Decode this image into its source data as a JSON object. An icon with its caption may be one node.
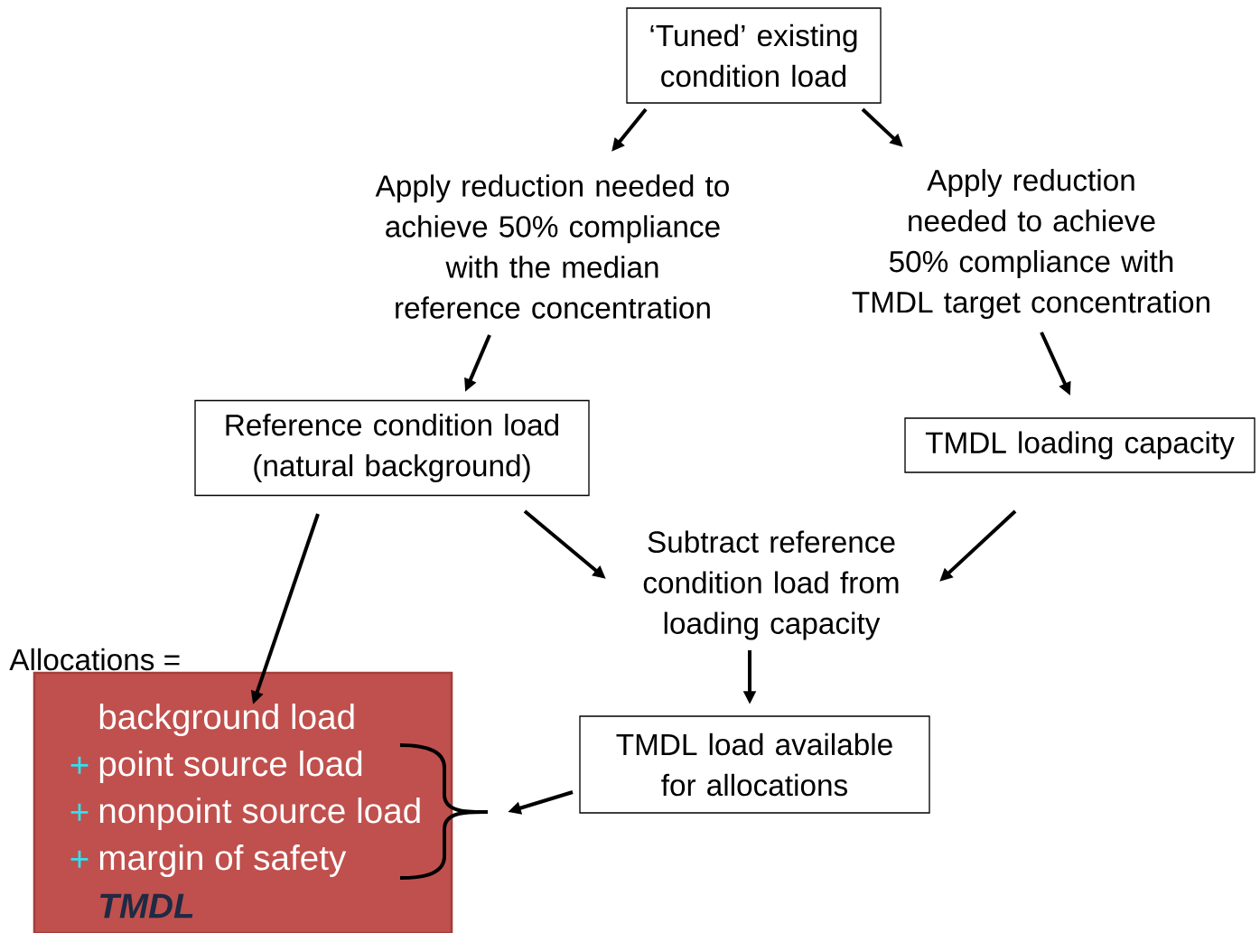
{
  "diagram": {
    "nodes": [
      {
        "text": [
          "‘Tuned’ existing condition load"
        ]
      },
      {
        "text": [
          "Apply reduction needed to achieve 50% compliance with the median reference concentration"
        ]
      },
      {
        "text": [
          "Apply reduction needed to achieve 50% compliance with TMDL target concentration"
        ]
      },
      {
        "text": [
          "Reference condition load (natural background)"
        ]
      },
      {
        "text": [
          "TMDL loading capacity"
        ]
      },
      {
        "text": [
          "Subtract reference condition load from loading capacity"
        ]
      },
      {
        "text": [
          "TMDL load available for allocations"
        ]
      },
      {
        "text": [
          "background load",
          "+",
          "point source load",
          "+",
          "nonpoint source load",
          "+",
          "margin of safety",
          "TMDL"
        ],
        "beside": [
          "Allocations ="
        ]
      }
    ],
    "edges": [
      {
        "from": 0,
        "to": 1,
        "arrow": "to"
      },
      {
        "from": 0,
        "to": 2,
        "arrow": "to"
      },
      {
        "from": 1,
        "to": 3,
        "arrow": "to"
      },
      {
        "from": 2,
        "to": 4,
        "arrow": "to"
      },
      {
        "from": 3,
        "to": 5,
        "arrow": "to"
      },
      {
        "from": 4,
        "to": 5,
        "arrow": "to"
      },
      {
        "from": 5,
        "to": 6,
        "arrow": "to"
      },
      {
        "from": 3,
        "to": 7,
        "arrow": "to"
      },
      {
        "from": 6,
        "to": 7,
        "arrow": "to"
      }
    ]
  }
}
